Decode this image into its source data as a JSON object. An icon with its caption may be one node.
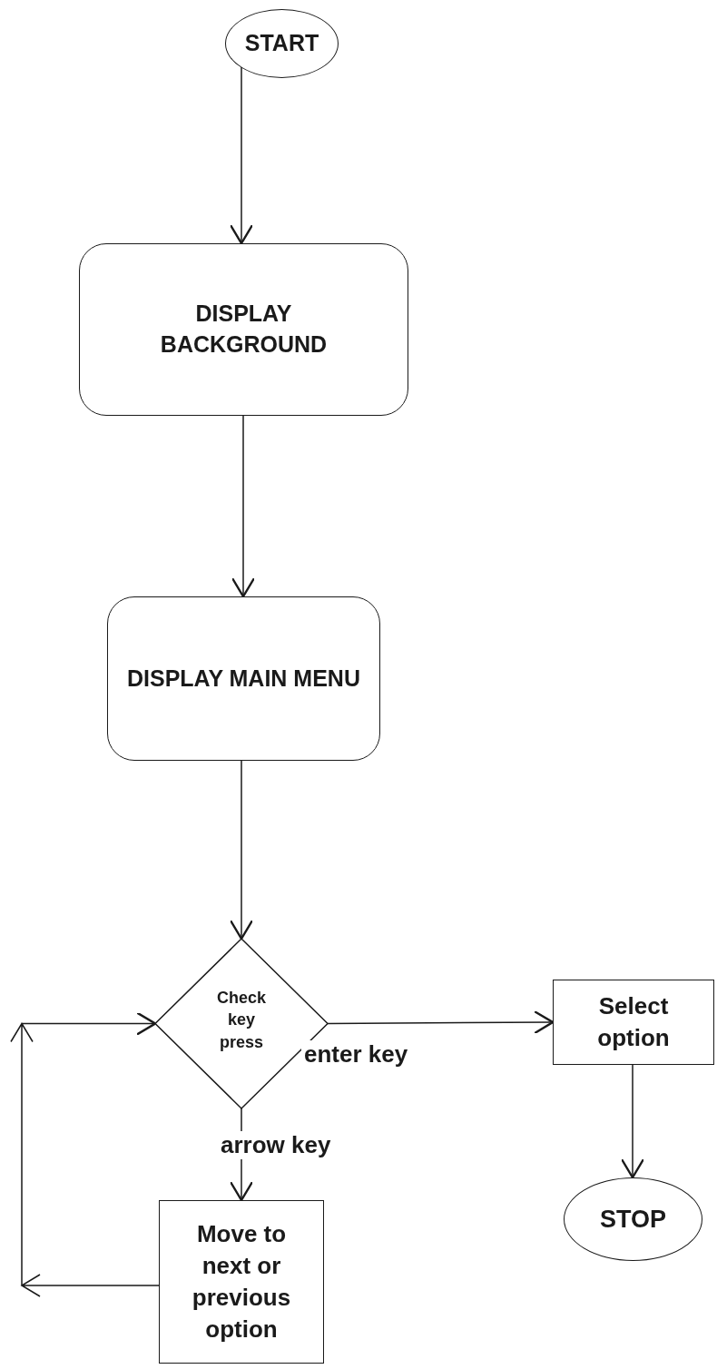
{
  "diagram": {
    "nodes": [
      {
        "text": [
          "START"
        ]
      },
      {
        "text": [
          "DISPLAY BACKGROUND"
        ]
      },
      {
        "text": [
          "DISPLAY MAIN MENU"
        ]
      },
      {
        "text": [
          "Check key press"
        ]
      },
      {
        "text": [
          "Select option"
        ]
      },
      {
        "text": [
          "Move to next or previous option"
        ]
      },
      {
        "text": [
          "STOP"
        ]
      }
    ],
    "edges": [
      {
        "from": 0,
        "to": 1,
        "arrow": "to"
      },
      {
        "from": 1,
        "to": 2,
        "arrow": "to"
      },
      {
        "from": 2,
        "to": 3,
        "arrow": "to"
      },
      {
        "from": 3,
        "to": 4,
        "arrow": "to",
        "label": "enter key"
      },
      {
        "from": 3,
        "to": 5,
        "arrow": "to",
        "label": "arrow key"
      },
      {
        "from": 4,
        "to": 6,
        "arrow": "to"
      },
      {
        "from": 5,
        "to": 3,
        "arrow": "to"
      }
    ]
  }
}
